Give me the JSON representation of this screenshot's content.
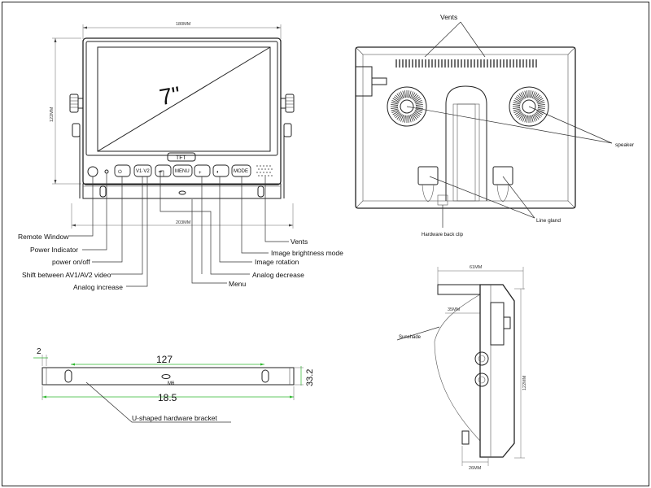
{
  "front": {
    "width_dim": "180MM",
    "height_dim": "122MM",
    "screen_size": "7\"",
    "screen_type": "TFT",
    "overall_width_dim": "203MM",
    "buttons": [
      "⏻",
      "V1·V2",
      "━",
      "MENU",
      "+",
      "◐",
      "MODE"
    ]
  },
  "front_callouts": {
    "remote_window": "Remote Window",
    "power_indicator": "Power Indicator",
    "power_onoff": "power on/off",
    "shift_av": "Shift between AV1/AV2 video",
    "analog_increase": "Analog increase",
    "menu": "Menu",
    "analog_decrease": "Analog decrease",
    "image_rotation": "Image rotation",
    "image_brightness_mode": "Image brightness mode",
    "vents": "Vents"
  },
  "back": {
    "vents": "Vents",
    "speaker": "speaker",
    "line_gland": "Line gland",
    "hardware_back_clip": "Hardware back clip"
  },
  "bracket": {
    "dim_left": "2",
    "dim_top": "127",
    "dim_height": "33.2",
    "dim_bottom": "18.5",
    "thread": "M6",
    "name": "U-shaped hardware bracket"
  },
  "side": {
    "depth_dim": "61MM",
    "sunshade_dim": "35MM",
    "sunshade": "Sunshade",
    "height_dim": "122MM",
    "base_dim": "26MM"
  }
}
